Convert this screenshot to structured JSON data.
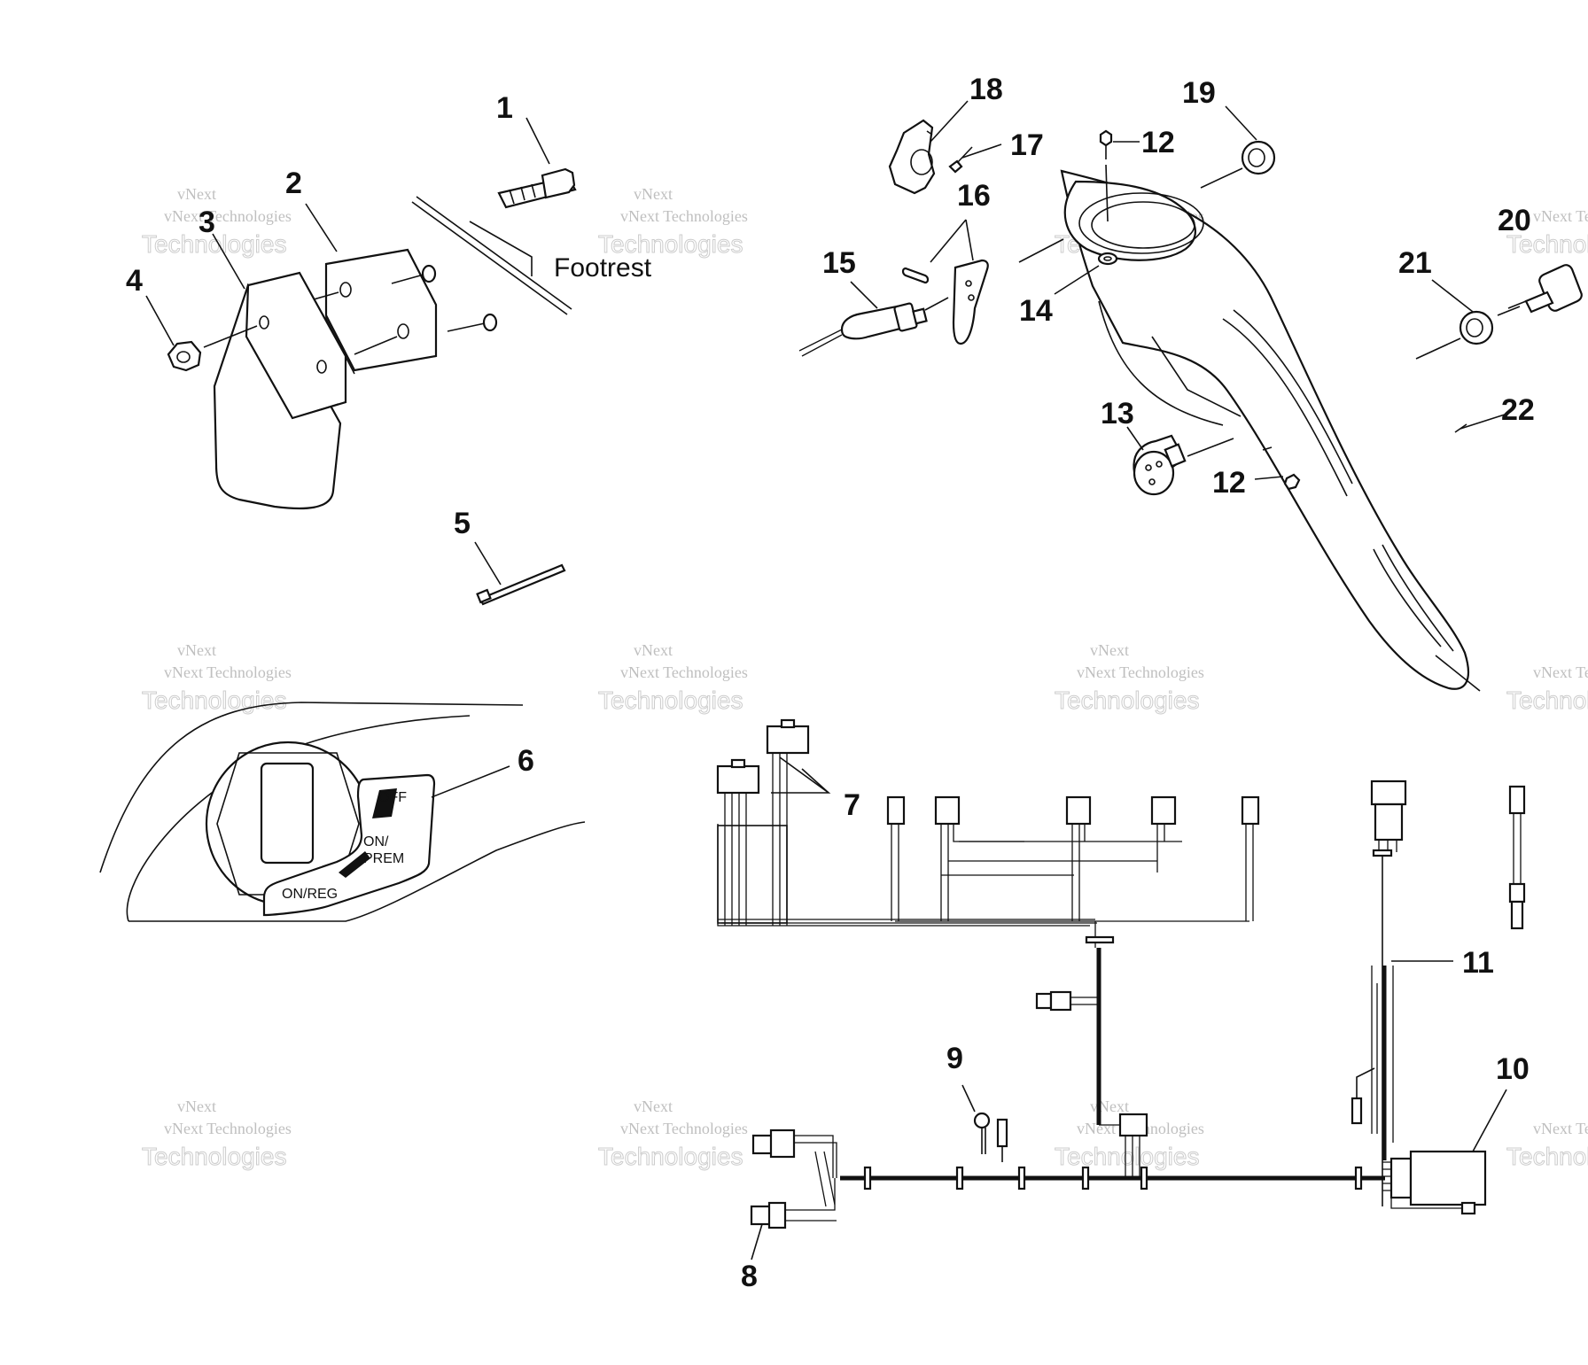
{
  "callouts": {
    "c1": "1",
    "c2": "2",
    "c3": "3",
    "c4": "4",
    "c5": "5",
    "c6": "6",
    "c7": "7",
    "c8": "8",
    "c9": "9",
    "c10": "10",
    "c11": "11",
    "c12a": "12",
    "c12b": "12",
    "c13": "13",
    "c14": "14",
    "c15": "15",
    "c16": "16",
    "c17": "17",
    "c18": "18",
    "c19": "19",
    "c20": "20",
    "c21": "21",
    "c22": "22"
  },
  "labels": {
    "footrest": "Footrest",
    "switch_off": "OFF",
    "switch_on": "ON/",
    "switch_prem": "PREM",
    "switch_reg": "ON/REG"
  },
  "watermark": {
    "line1": "vNext",
    "line2": "vNext Technologies",
    "line3": "Technologies"
  }
}
